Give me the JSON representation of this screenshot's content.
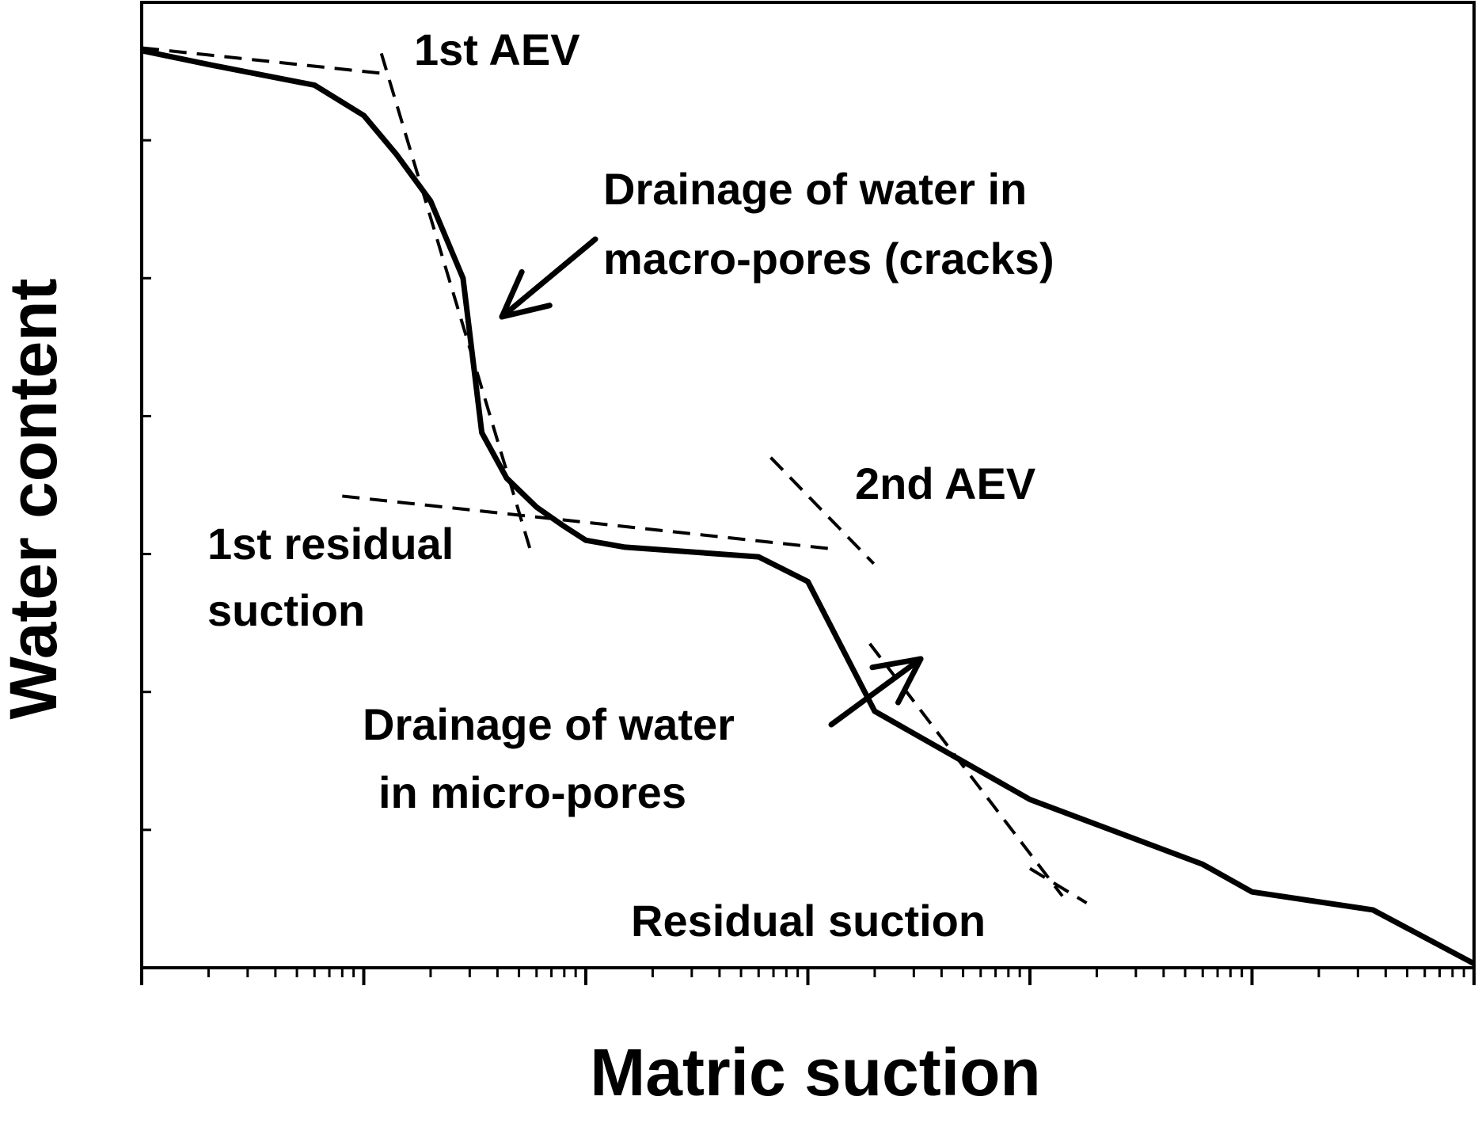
{
  "chart_data": {
    "type": "line",
    "title": "",
    "xlabel": "Matric suction",
    "ylabel": "Water content",
    "x_scale": "log",
    "xlim": [
      1,
      1000000
    ],
    "ylim": [
      0,
      7
    ],
    "x_major_ticks": [
      1,
      10,
      100,
      1000,
      10000,
      100000,
      1000000
    ],
    "y_ticks": [
      0,
      1,
      2,
      3,
      4,
      5,
      6,
      7
    ],
    "tick_labels_shown": false,
    "grid": false,
    "legend": "none",
    "series": [
      {
        "style": "solid",
        "x": [
          1,
          2,
          6,
          10,
          14,
          20,
          28,
          34,
          44,
          60,
          80,
          100,
          150,
          600,
          1000,
          2000,
          10000,
          60000,
          100000,
          350000,
          1000000
        ],
        "y": [
          6.65,
          6.55,
          6.4,
          6.18,
          5.9,
          5.56,
          5.0,
          3.88,
          3.55,
          3.34,
          3.2,
          3.1,
          3.05,
          2.98,
          2.8,
          1.86,
          1.22,
          0.75,
          0.55,
          0.42,
          0.03
        ]
      }
    ],
    "construction_lines": [
      {
        "style": "dashed",
        "x": [
          1,
          13
        ],
        "y": [
          6.67,
          6.48
        ]
      },
      {
        "style": "dashed",
        "x": [
          12,
          56
        ],
        "y": [
          6.63,
          3.04
        ]
      },
      {
        "style": "dashed",
        "x": [
          8,
          1240
        ],
        "y": [
          3.42,
          3.04
        ]
      },
      {
        "style": "dashed",
        "x": [
          680,
          1980
        ],
        "y": [
          3.7,
          2.93
        ]
      },
      {
        "style": "dashed",
        "x": [
          1900,
          14000
        ],
        "y": [
          2.35,
          0.52
        ]
      },
      {
        "style": "dashed",
        "x": [
          10000,
          18000
        ],
        "y": [
          0.72,
          0.47
        ]
      }
    ],
    "annotations": [
      {
        "id": "aev1",
        "text": "1st AEV"
      },
      {
        "id": "macro",
        "lines": [
          "Drainage of water in",
          "macro-pores (cracks)"
        ]
      },
      {
        "id": "aev2",
        "text": "2nd AEV"
      },
      {
        "id": "res1",
        "lines": [
          "1st residual",
          "suction"
        ]
      },
      {
        "id": "micro",
        "lines": [
          "Drainage of water",
          "in micro-pores"
        ]
      },
      {
        "id": "res",
        "text": "Residual suction"
      }
    ]
  }
}
